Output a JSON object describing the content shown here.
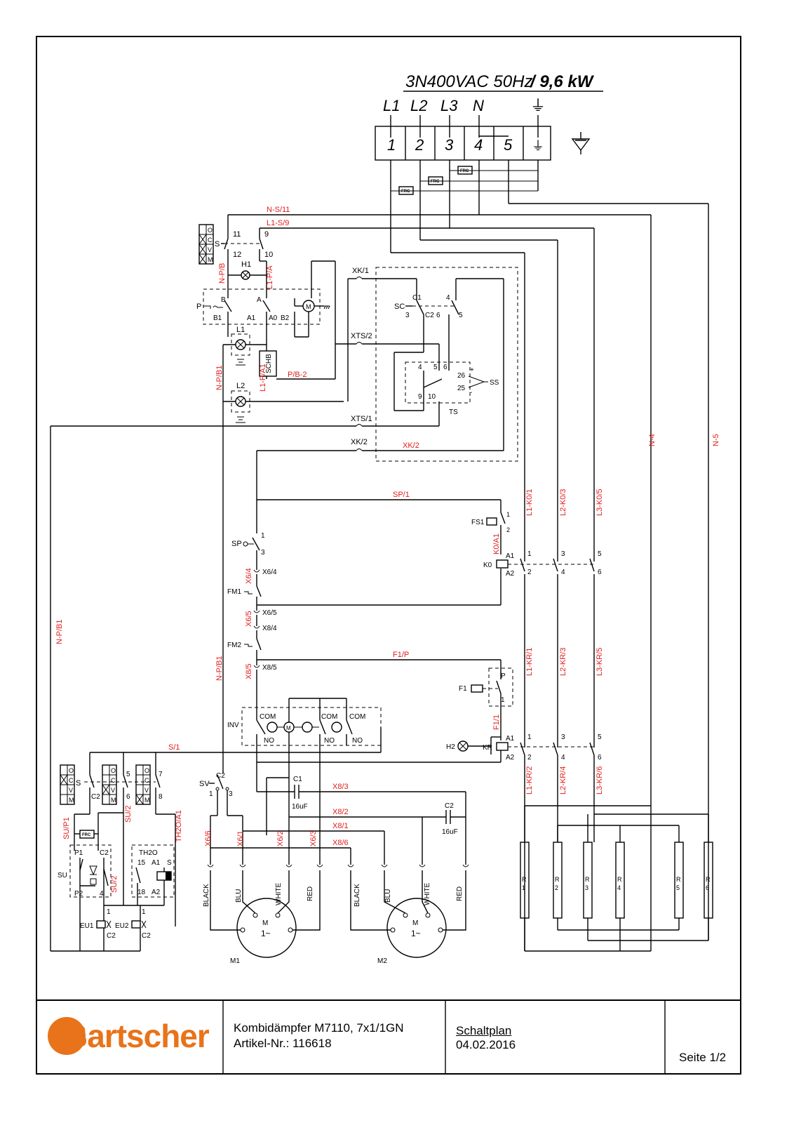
{
  "supply": {
    "rating": "3N400VAC  50Hz",
    "power": "/ 9,6 kW"
  },
  "phases": [
    "L1",
    "L2",
    "L3",
    "N",
    "⏚"
  ],
  "terminal_numbers": [
    "1",
    "2",
    "3",
    "4",
    "5",
    "⏚"
  ],
  "labels_red": {
    "ns11": "N-S/11",
    "l1s9": "L1-S/9",
    "npb": "N-P/B",
    "l1pa": "L1-P/A",
    "npb1_top": "N-P/B1",
    "l1pa1": "L1-P/A1",
    "pb2": "P/B-2",
    "xk2_red": "XK/2",
    "sp1": "SP/1",
    "k0a1": "K0/A1",
    "x64": "X6/4",
    "x65": "X6/5",
    "x85": "X8/5",
    "npb1_mid": "N-P/B1",
    "npb1_left": "N-P/B1",
    "f1p": "F1/P",
    "f11": "F1/1",
    "s1": "S/1",
    "sup1": "SU/P1",
    "su2a": "SU/2",
    "su2b": "SU/2",
    "th2oa1": "TH2O/A1",
    "x83": "X8/3",
    "x82": "X8/2",
    "x81": "X8/1",
    "x86": "X8/6",
    "w_x66": "X6/6",
    "w_x61": "X6/1",
    "w_x62": "X6/2",
    "w_x63": "X6/3",
    "l1k01": "L1-K0/1",
    "l2k03": "L2-K0/3",
    "l3k05": "L3-K0/5",
    "l1kr1": "L1-KR/1",
    "l2kr3": "L2-KR/3",
    "l3kr5": "L3-KR/5",
    "l1kr2": "L1-KR/2",
    "l2kr4": "L2-KR/4",
    "l3kr6": "L3-KR/6",
    "n4": "N-4",
    "n5": "N-5"
  },
  "labels_black": {
    "frc": "FRC",
    "s": "S",
    "n11": "11",
    "n12": "12",
    "n9": "9",
    "n10": "10",
    "h1": "H1",
    "p": "P",
    "b": "B",
    "a": "A",
    "b1": "B1",
    "a1": "A1",
    "a0": "A0",
    "b2": "B2",
    "l1": "L1",
    "l2": "L2",
    "schb": "SCHB",
    "xk1": "XK/1",
    "xts2": "XTS/2",
    "xts1": "XTS/1",
    "xk2": "XK/2",
    "sc": "SC",
    "c1": "C1",
    "c3": "3",
    "c2": "C2",
    "c6": "6",
    "c4": "4",
    "c5": "5",
    "t4": "4",
    "t5": "5",
    "t6": "6",
    "t9": "9",
    "t10": "10",
    "t26": "26",
    "t25": "25",
    "ss": "SS",
    "ts": "TS",
    "fs1": "FS1",
    "k0": "K0",
    "ka1": "A1",
    "ka2": "A2",
    "sp": "SP",
    "sp1n": "1",
    "sp3n": "3",
    "x64b": "X6/4",
    "fm1": "FM1",
    "x65b": "X6/5",
    "x84b": "X8/4",
    "fm2": "FM2",
    "x85b": "X8/5",
    "f1": "F1",
    "pbox": "P",
    "one": "1",
    "inv": "INV",
    "com": "COM",
    "no": "NO",
    "h2": "H2",
    "kr": "KR",
    "kra1": "A1",
    "kra2": "A2",
    "k01": "1",
    "k03": "3",
    "k05": "5",
    "k02": "2",
    "k04": "4",
    "k06": "6",
    "sv": "SV",
    "uf16": "16uF",
    "th2o": "TH2O",
    "th15": "15",
    "th18": "18",
    "su": "SU",
    "p1": "P1",
    "p2": "P2",
    "eu1": "EU1",
    "eu2": "EU2",
    "black": "BLACK",
    "blu": "BLU",
    "white": "WHITE",
    "redw": "RED",
    "m": "M",
    "m_ac": "1~",
    "m1": "M1",
    "m2": "M2",
    "r": "R",
    "rn": [
      "1",
      "2",
      "3",
      "4",
      "5",
      "6"
    ],
    "o": "O",
    "c": "C",
    "v": "V",
    "mm": "M"
  },
  "title_block": {
    "logo": "Bartscher",
    "product": "Kombidämpfer M7110, 7x1/1GN",
    "article": "Artikel-Nr.: 116618",
    "doc_type": "Schaltplan",
    "date": "04.02.2016",
    "page": "Seite 1/2"
  },
  "colors": {
    "wire": "#000000",
    "label_red": "#e21b1b",
    "logo_orange": "#e8731a"
  }
}
